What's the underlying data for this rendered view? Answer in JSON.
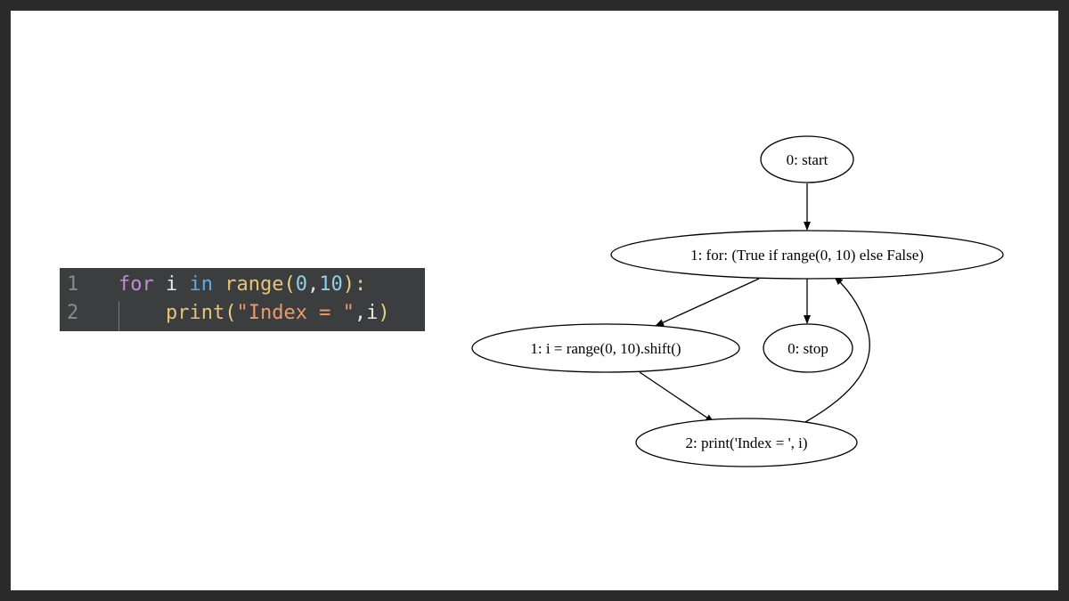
{
  "code": {
    "line_numbers": [
      "1",
      "2"
    ],
    "lines": [
      {
        "tokens": [
          "for",
          " ",
          "i",
          " ",
          "in",
          " ",
          "range",
          "(",
          "0",
          ",",
          "10",
          "):"
        ]
      },
      {
        "tokens": [
          "    ",
          "print",
          "(",
          "\"Index = \"",
          ",",
          "i",
          ")"
        ]
      }
    ]
  },
  "diagram": {
    "nodes": [
      {
        "id": "start",
        "label": "0: start"
      },
      {
        "id": "for",
        "label": "1: for: (True if range(0, 10) else False)"
      },
      {
        "id": "shift",
        "label": "1: i = range(0, 10).shift()"
      },
      {
        "id": "stop",
        "label": "0: stop"
      },
      {
        "id": "print",
        "label": "2: print('Index = ', i)"
      }
    ],
    "edges": [
      {
        "from": "start",
        "to": "for"
      },
      {
        "from": "for",
        "to": "shift"
      },
      {
        "from": "for",
        "to": "stop"
      },
      {
        "from": "shift",
        "to": "print"
      },
      {
        "from": "print",
        "to": "for"
      }
    ]
  }
}
